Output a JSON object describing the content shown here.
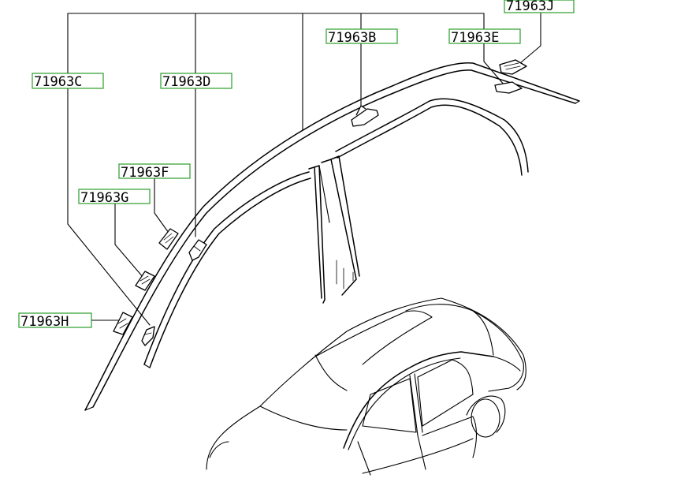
{
  "labels": {
    "c": "71963C",
    "d": "71963D",
    "b": "71963B",
    "e": "71963E",
    "j": "71963J",
    "f": "71963F",
    "g": "71963G",
    "h": "71963H"
  },
  "colors": {
    "label_border": "#2a9d2a",
    "line": "#000000",
    "background": "#ffffff"
  }
}
